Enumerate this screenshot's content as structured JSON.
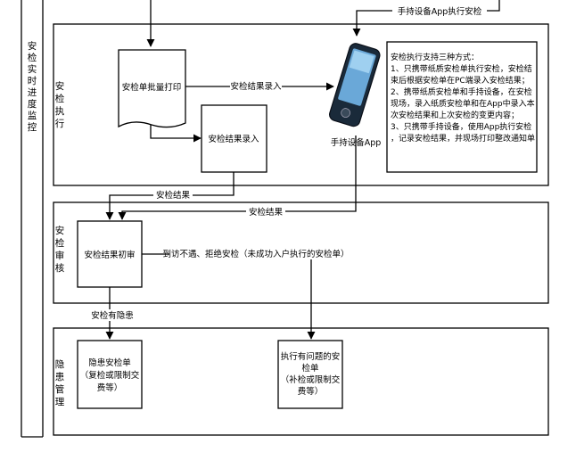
{
  "lanes": {
    "outer_label": "安检实时进度监控",
    "lane1_label": "安检执行",
    "lane2_label": "安检审核",
    "lane3_label": "隐患管理"
  },
  "nodes": {
    "batch_print": "安检单批量打印",
    "result_entry": "安检结果录入",
    "handheld": "手持设备App",
    "first_review": "安检结果初审",
    "hazard_line1": "隐患安检单",
    "hazard_line2": "（复检或限制交",
    "hazard_line3": "费等）",
    "problem_line1": "执行有问题的安",
    "problem_line2": "检单",
    "problem_line3": "（补检或限制交",
    "problem_line4": "费等）"
  },
  "edges": {
    "top_handheld": "手持设备App执行安检",
    "print_to_app": "安检结果录入",
    "entry_to_review": "安检结果",
    "app_to_review": "安检结果",
    "refused": "到访不遇、拒绝安检（未成功入户执行的安检单）",
    "has_hazard": "安检有隐患"
  },
  "note": {
    "lines": [
      "安检执行支持三种方式：",
      "1、只携带纸质安检单执行安检，安检结",
      "束后根据安检单在PC端录入安检结果；",
      "2、携带纸质安检单和手持设备，在安检",
      "现场，录入纸质安检单和在App中录入本",
      "次安检结果和上次安检的变更内容；",
      "3、只携带手持设备，使用App执行安检",
      "，记录安检结果，并现场打印整改通知单"
    ]
  }
}
